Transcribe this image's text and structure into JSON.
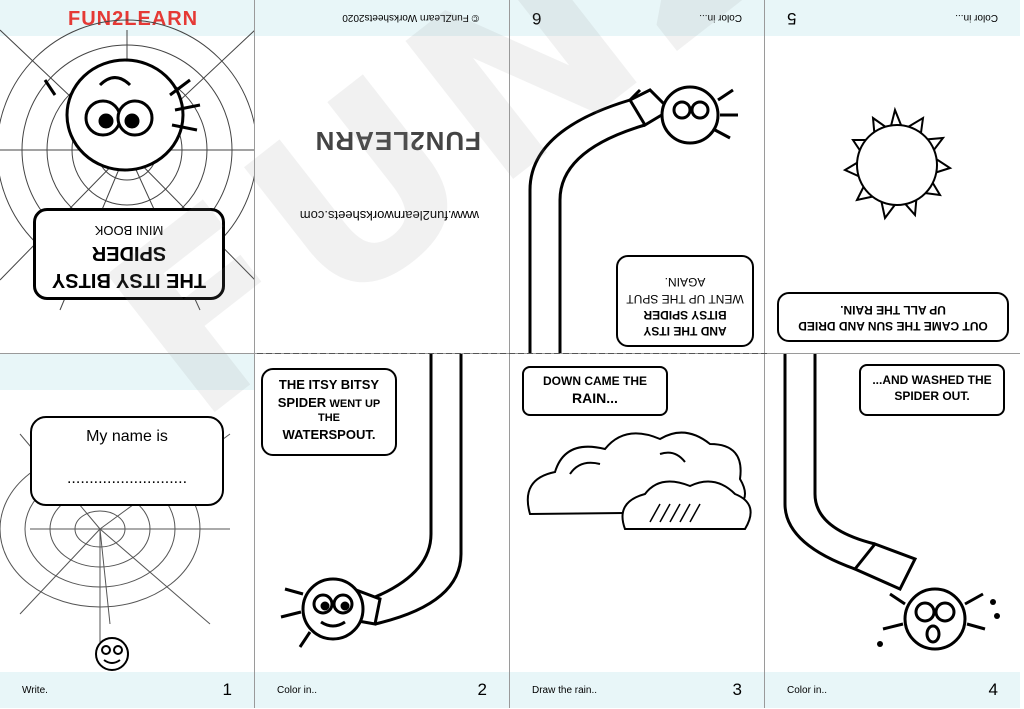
{
  "logo": {
    "text": "FUN2LEARN",
    "colors": [
      "#e53935",
      "#fb8c00",
      "#fdd835",
      "#43a047",
      "#1e88e5",
      "#8e24aa"
    ]
  },
  "cover": {
    "title_line1": "THE ITSY BITSY",
    "title_line2": "SPIDER",
    "subtitle": "MINI BOOK"
  },
  "back_cover": {
    "copyright": "© FunZLearn Worksheets2020",
    "website": "www.fun2learnworksheets.com",
    "logo_text": "FUN2LEARN"
  },
  "pages": {
    "p1": {
      "footer": "Write.",
      "number": "1",
      "name_label": "My name is",
      "name_line": "..........................."
    },
    "p2": {
      "footer": "Color in..",
      "number": "2",
      "bubble_a": "THE ITSY BITSY",
      "bubble_b": "SPIDER",
      "bubble_c": "WENT UP",
      "bubble_d": "THE",
      "bubble_e": "WATERSPOUT."
    },
    "p3": {
      "footer": "Draw the rain..",
      "number": "3",
      "bubble_a": "DOWN CAME THE",
      "bubble_b": "RAIN..."
    },
    "p4": {
      "footer": "Color in..",
      "number": "4",
      "bubble_a": "...AND WASHED THE",
      "bubble_b": "SPIDER OUT."
    },
    "p5": {
      "footer": "Color in...",
      "number": "5",
      "bubble_a": "OUT CAME THE SUN AND DRIED",
      "bubble_b": "UP ALL THE RAIN."
    },
    "p6": {
      "footer": "Color in...",
      "number": "6",
      "bubble_a": "AND THE ITSY",
      "bubble_b": "BITSY SPIDER",
      "bubble_c": "WENT UP THE SPUT",
      "bubble_d": "AGAIN."
    }
  },
  "watermark": "FUN2LEARN"
}
